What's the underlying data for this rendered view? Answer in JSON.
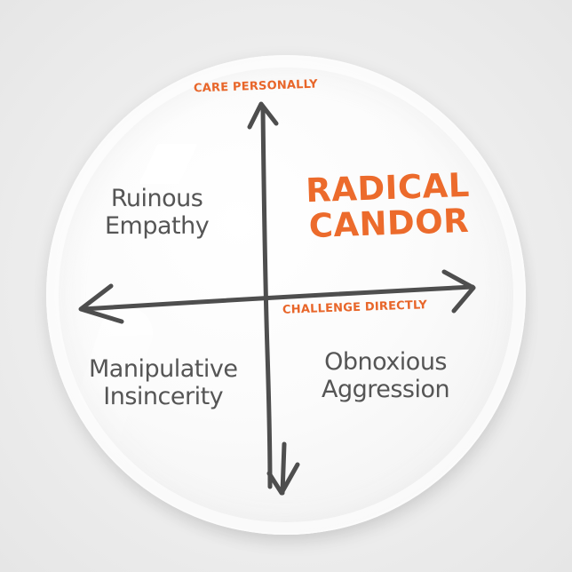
{
  "diagram": {
    "title": "RADICAL CANDOR",
    "type": "2x2 quadrant",
    "axes": {
      "vertical": {
        "label": "CARE PERSONALLY",
        "direction": "up"
      },
      "horizontal": {
        "label": "CHALLENGE DIRECTLY",
        "direction": "right"
      }
    },
    "quadrants": {
      "top_left": {
        "lines": [
          "Ruinous",
          "Empathy"
        ]
      },
      "top_right": {
        "lines": [
          "RADICAL",
          "CANDOR"
        ]
      },
      "bottom_left": {
        "lines": [
          "Manipulative",
          "Insincerity"
        ]
      },
      "bottom_right": {
        "lines": [
          "Obnoxious",
          "Aggression"
        ]
      }
    }
  },
  "colors": {
    "accent": "#ec6b2c",
    "axis_label": "#e8662a",
    "ink": "#555555",
    "arrow": "#4e4e4e",
    "background": "#ececec",
    "disc": "#fbfbfb"
  },
  "icons": {
    "arrow_up": "arrow-up-icon",
    "arrow_down": "arrow-down-icon",
    "arrow_left": "arrow-left-icon",
    "arrow_right": "arrow-right-icon"
  }
}
